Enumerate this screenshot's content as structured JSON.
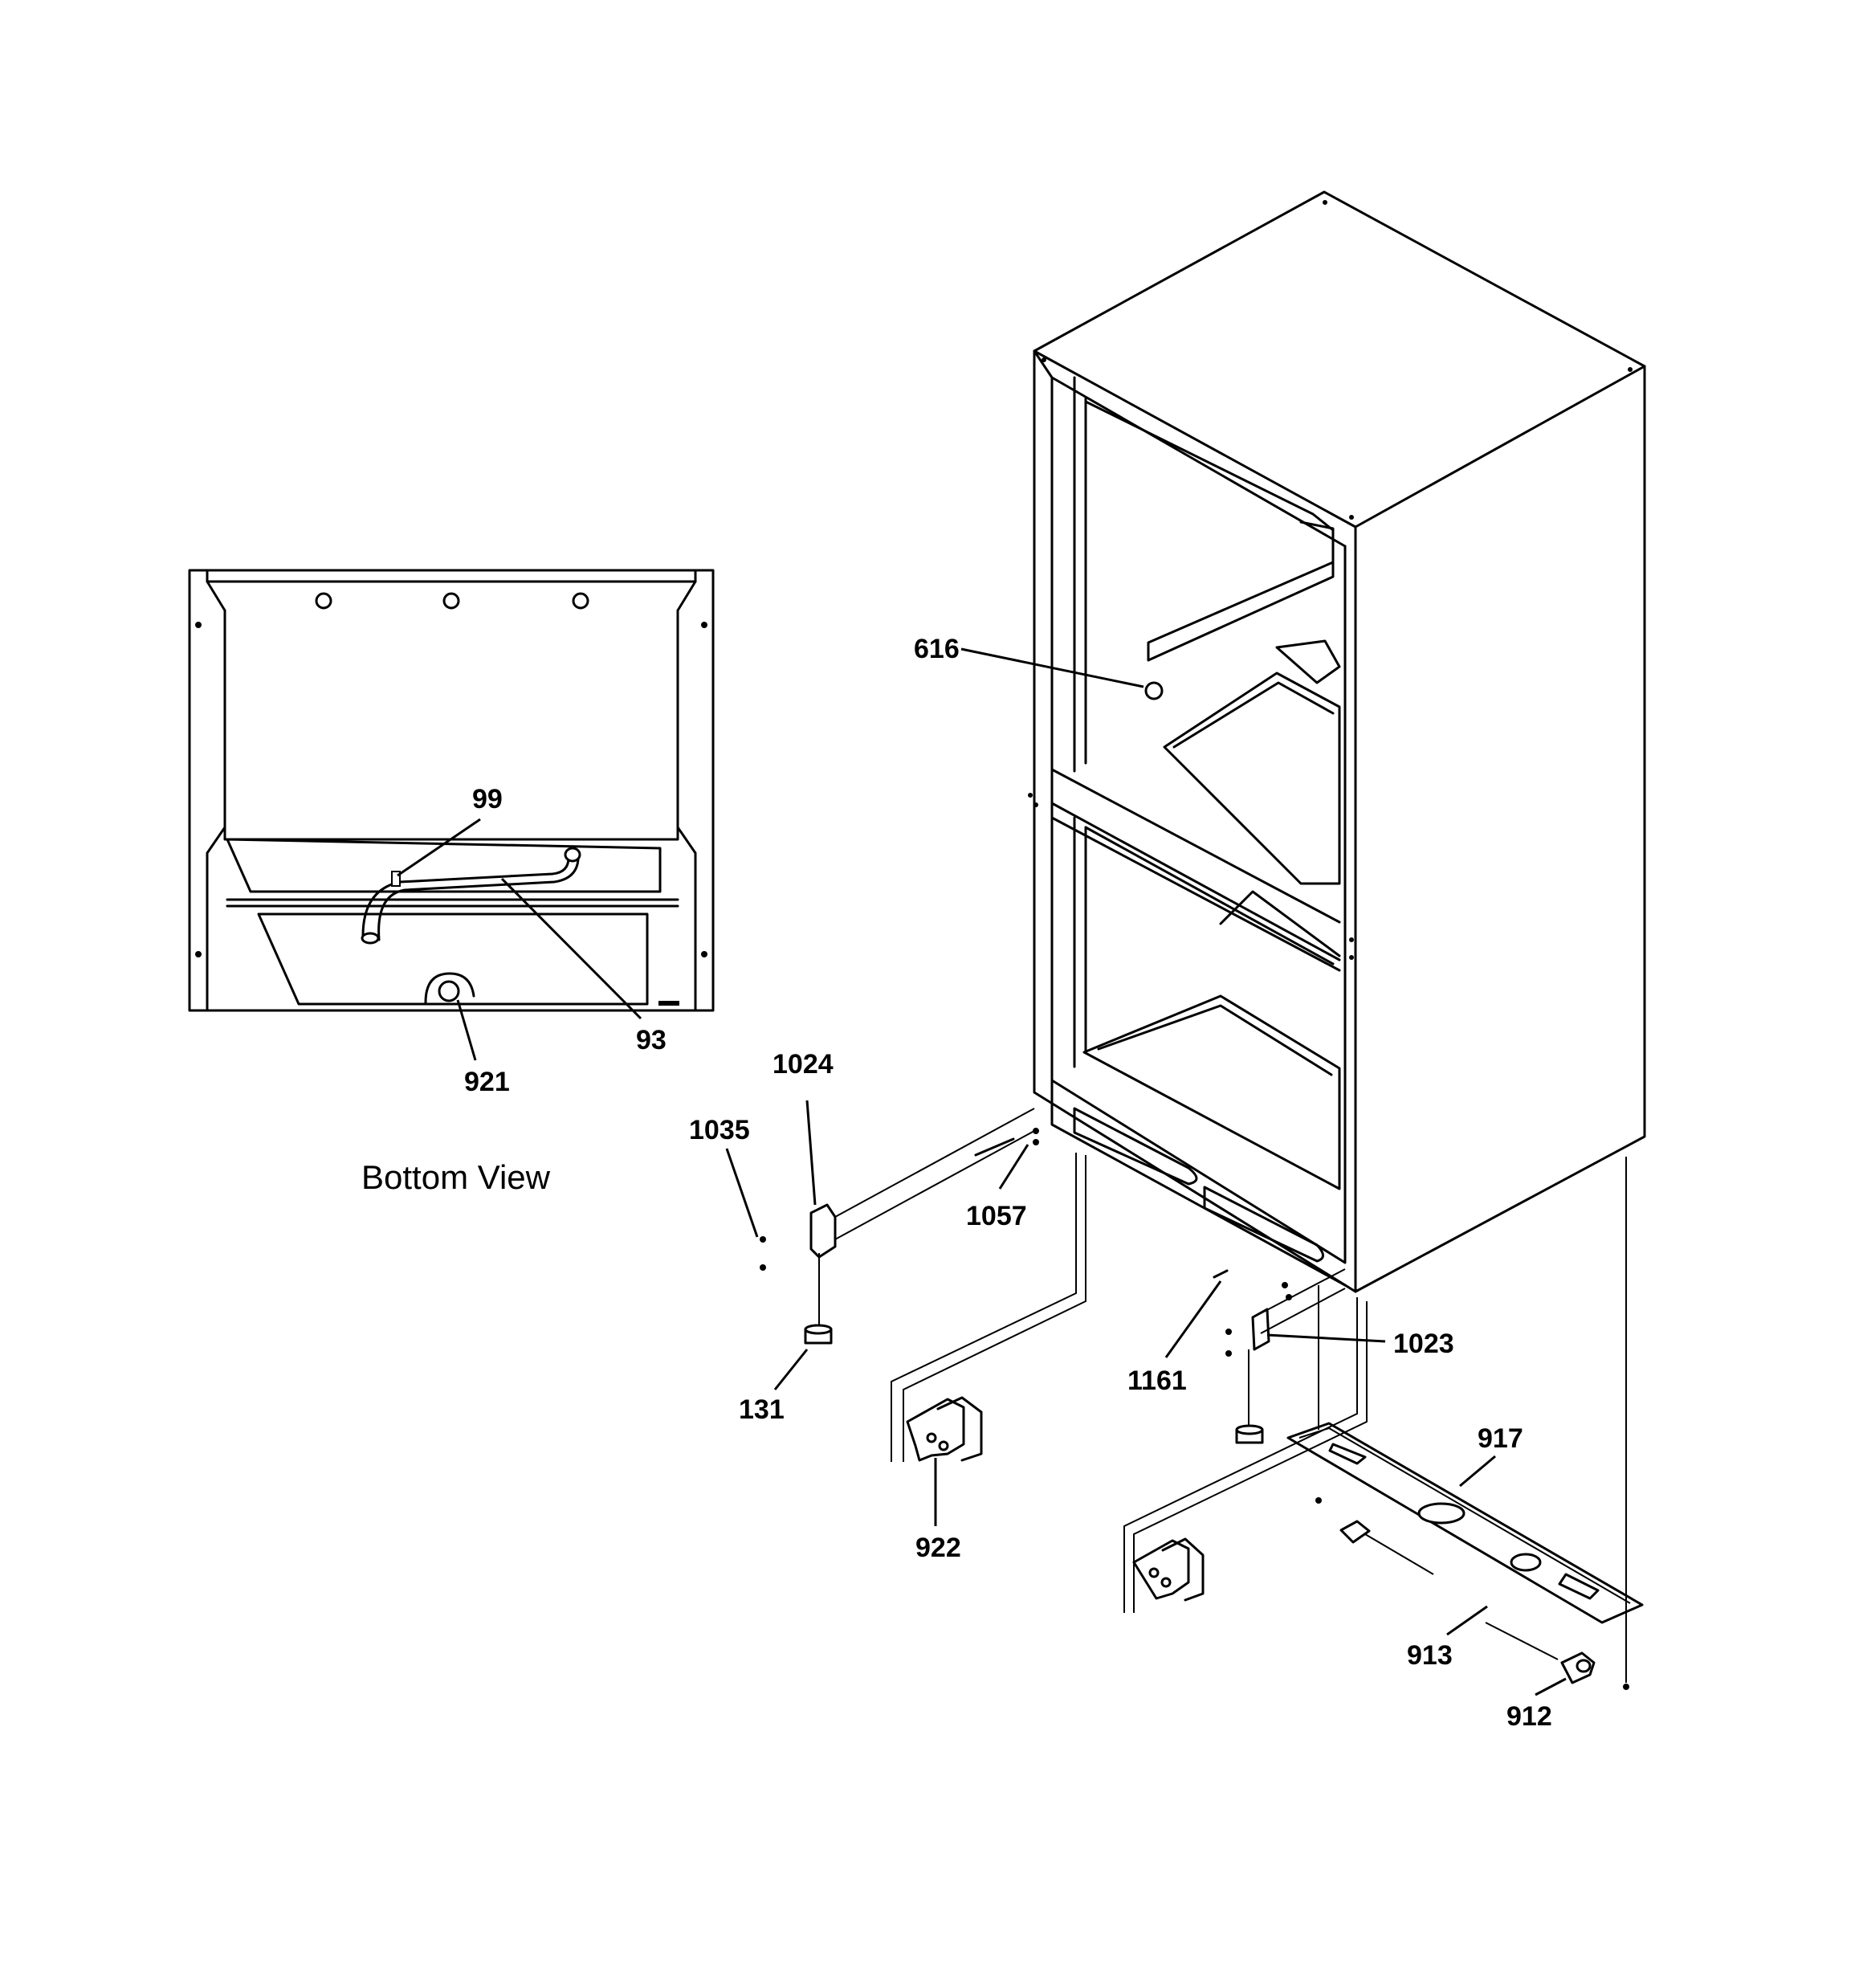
{
  "caption": "Bottom View",
  "labels": {
    "l616": "616",
    "l99": "99",
    "l93": "93",
    "l921": "921",
    "l1024": "1024",
    "l1035": "1035",
    "l1057": "1057",
    "l131": "131",
    "l922": "922",
    "l1161": "1161",
    "l1023": "1023",
    "l917": "917",
    "l913": "913",
    "l912": "912"
  }
}
